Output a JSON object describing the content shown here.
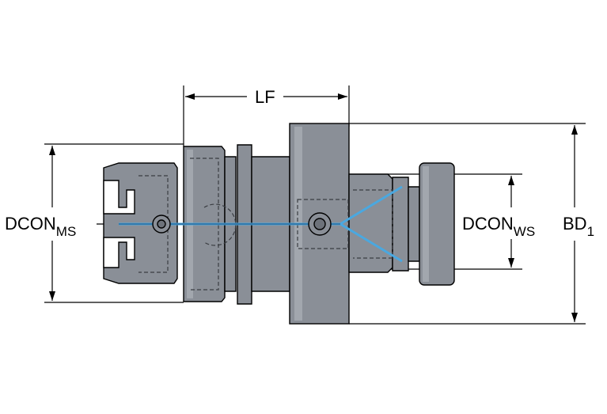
{
  "labels": {
    "lf": "LF",
    "dcon_ms_main": "DCON",
    "dcon_ms_sub": "MS",
    "dcon_ws_main": "DCON",
    "dcon_ws_sub": "WS",
    "bd_main": "BD",
    "bd_sub": "1"
  },
  "colors": {
    "body": "#8a8f97",
    "body_light": "#a2a7ae",
    "body_dark": "#6d727a",
    "outline": "#000000",
    "coolant": "#4aa8e0",
    "hidden": "#3a3d42"
  }
}
